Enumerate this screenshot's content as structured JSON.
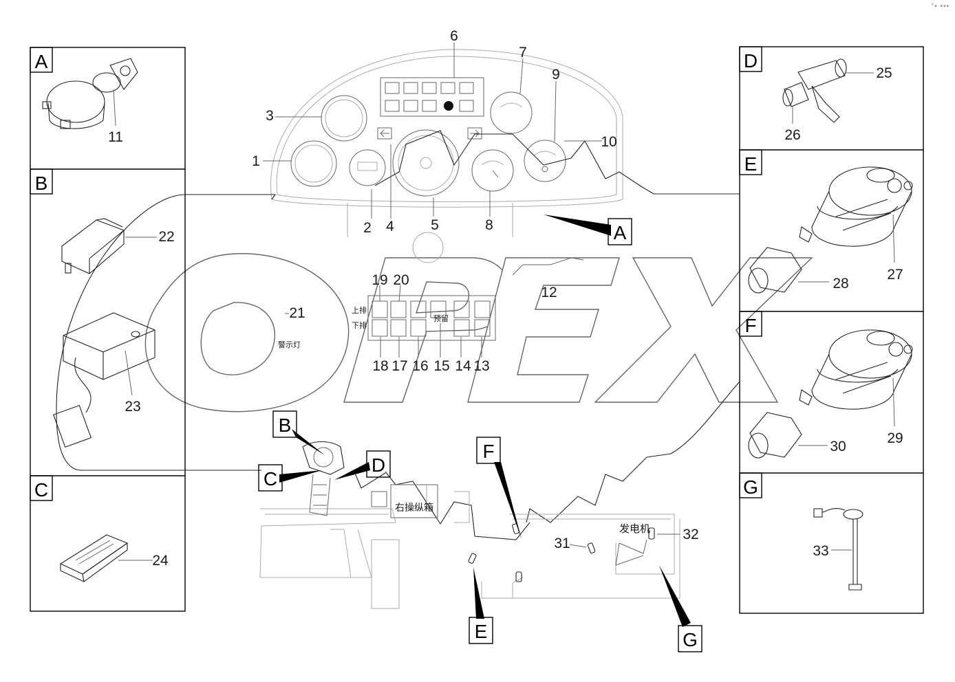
{
  "toolbar_glyph": "°• •••",
  "watermark": "OPEX",
  "panels": [
    {
      "id": "A",
      "letter": "A",
      "labels": [
        {
          "n": "11"
        }
      ]
    },
    {
      "id": "B",
      "letter": "B",
      "labels": [
        {
          "n": "22"
        },
        {
          "n": "23"
        }
      ]
    },
    {
      "id": "C",
      "letter": "C",
      "labels": [
        {
          "n": "24"
        }
      ]
    },
    {
      "id": "D",
      "letter": "D",
      "labels": [
        {
          "n": "25"
        },
        {
          "n": "26"
        }
      ]
    },
    {
      "id": "E",
      "letter": "E",
      "labels": [
        {
          "n": "27"
        },
        {
          "n": "28"
        }
      ]
    },
    {
      "id": "F",
      "letter": "F",
      "labels": [
        {
          "n": "29"
        },
        {
          "n": "30"
        }
      ]
    },
    {
      "id": "G",
      "letter": "G",
      "labels": [
        {
          "n": "33"
        }
      ]
    }
  ],
  "dashboard_numbers": [
    "1",
    "2",
    "3",
    "4",
    "5",
    "6",
    "7",
    "8",
    "9",
    "10"
  ],
  "switch_numbers": [
    "12",
    "13",
    "14",
    "15",
    "16",
    "17",
    "18",
    "19",
    "20",
    "21"
  ],
  "wiring_numbers": [
    "31",
    "32"
  ],
  "callouts": [
    "A",
    "B",
    "C",
    "D",
    "E",
    "F",
    "G"
  ],
  "texts": {
    "upper_row": "上排",
    "lower_row": "下排",
    "reserve": "预留",
    "warning_lamp": "警示灯",
    "right_control_box": "右操纵箱",
    "generator": "发电机"
  },
  "colors": {
    "line": "#222222",
    "background": "#ffffff"
  }
}
